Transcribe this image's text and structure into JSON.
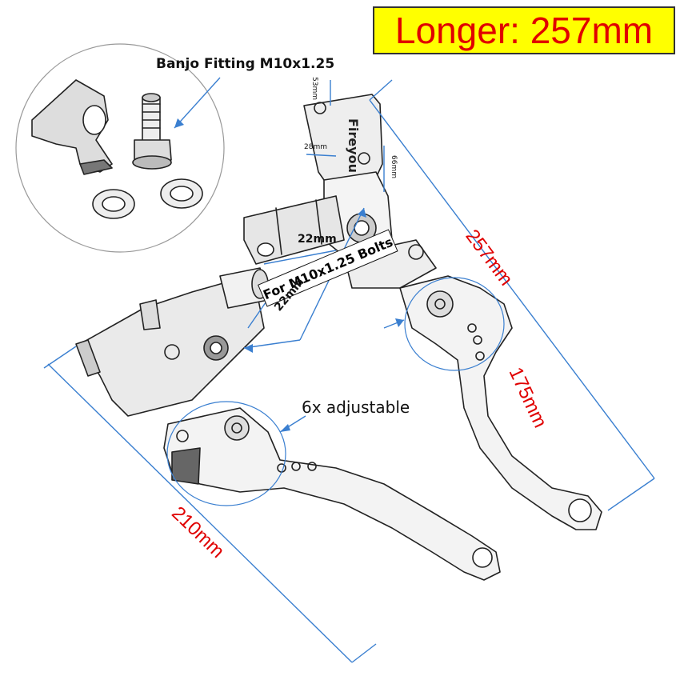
{
  "banner": {
    "text": "Longer: 257mm",
    "bg_color": "#ffff00",
    "text_color": "#e00000"
  },
  "labels": {
    "banjo": "Banjo Fitting M10x1.25",
    "bolts": "For M10x1.25 Bolts",
    "adjustable": "6x adjustable",
    "dim_22_upper": "22mm",
    "dim_22_lower": "22mm",
    "dim_53": "53mm",
    "dim_28": "28mm",
    "dim_66": "66mm",
    "dim_257": "257mm",
    "dim_175": "175mm",
    "dim_210": "210mm"
  },
  "reservoir_cap_text": "Fireyou",
  "colors": {
    "dimension_line": "#3a7fd0",
    "dimension_text": "#e00000",
    "sketch": "#222222"
  }
}
